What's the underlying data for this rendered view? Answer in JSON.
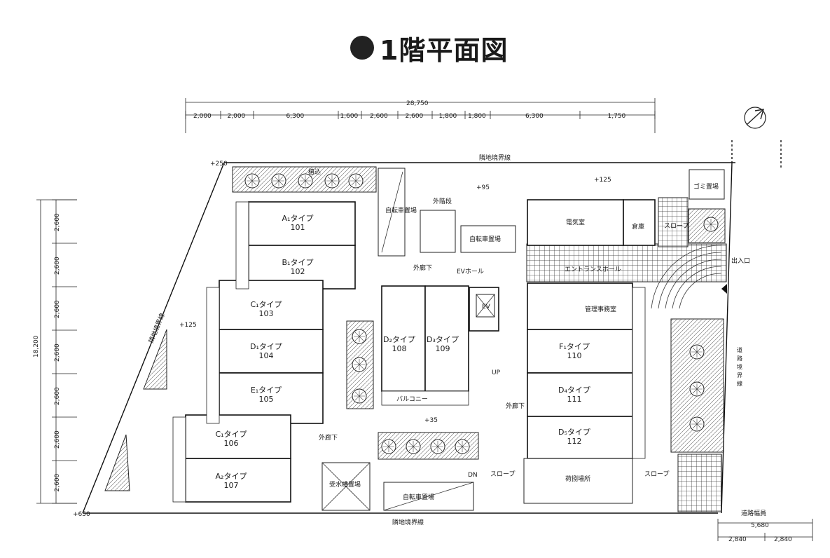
{
  "title": "1階平面図",
  "dimensions": {
    "overall_width": "28,750",
    "top_segments": [
      "2,000",
      "2,000",
      "6,300",
      "1,600",
      "2,600",
      "2,600",
      "1,800",
      "1,800",
      "6,300",
      "1,750"
    ],
    "overall_depth": "18,200",
    "left_segments": [
      "2,600",
      "2,600",
      "2,600",
      "2,600",
      "2,600",
      "2,600",
      "2,600"
    ],
    "road_width": "5,680",
    "road_segments": [
      "2,840",
      "2,840"
    ],
    "road_width_label": "道路幅員"
  },
  "boundaries": {
    "top": "隣地境界線",
    "bottom": "隣地境界線",
    "left": "隣地境界線",
    "right": "道路境界線"
  },
  "levels": {
    "top_left": "+250",
    "bottom_left": "+650",
    "court_top": "+95",
    "right_top": "+125",
    "left_mid": "+125",
    "center": "+35"
  },
  "units": [
    {
      "type": "A₁タイプ",
      "no": "101"
    },
    {
      "type": "B₁タイプ",
      "no": "102"
    },
    {
      "type": "C₁タイプ",
      "no": "103"
    },
    {
      "type": "D₁タイプ",
      "no": "104"
    },
    {
      "type": "E₁タイプ",
      "no": "105"
    },
    {
      "type": "C₁タイプ",
      "no": "106"
    },
    {
      "type": "A₂タイプ",
      "no": "107"
    },
    {
      "type": "D₂タイプ",
      "no": "108"
    },
    {
      "type": "D₃タイプ",
      "no": "109"
    },
    {
      "type": "F₁タイプ",
      "no": "110"
    },
    {
      "type": "D₄タイプ",
      "no": "111"
    },
    {
      "type": "D₅タイプ",
      "no": "112"
    }
  ],
  "labels": {
    "balcony": "バルコニー",
    "bicycle": "自転車置場",
    "bicycle2": "自転車置場",
    "bicycle3": "自転車置場",
    "outer_stair": "外階段",
    "outer_corridor": "外廊下",
    "outer_corridor2": "外廊下",
    "outer_corridor3": "外廊下",
    "ev_hall": "EVホール",
    "ev": "EV",
    "electric_room": "電気室",
    "warehouse": "倉庫",
    "entrance_hall": "エントランスホール",
    "manager_room": "管理事務室",
    "gomi": "ゴミ置場",
    "slope": "スロープ",
    "slope2": "スロープ",
    "slope3": "スロープ",
    "exit": "出入口",
    "water_tank": "受水槽置場",
    "greenery": "植込",
    "up": "UP",
    "dn": "DN",
    "parking": "荷捌場所"
  },
  "icons": [
    "north-arrow-icon",
    "tree-icon",
    "elevator-icon",
    "entrance-triangle-icon"
  ]
}
